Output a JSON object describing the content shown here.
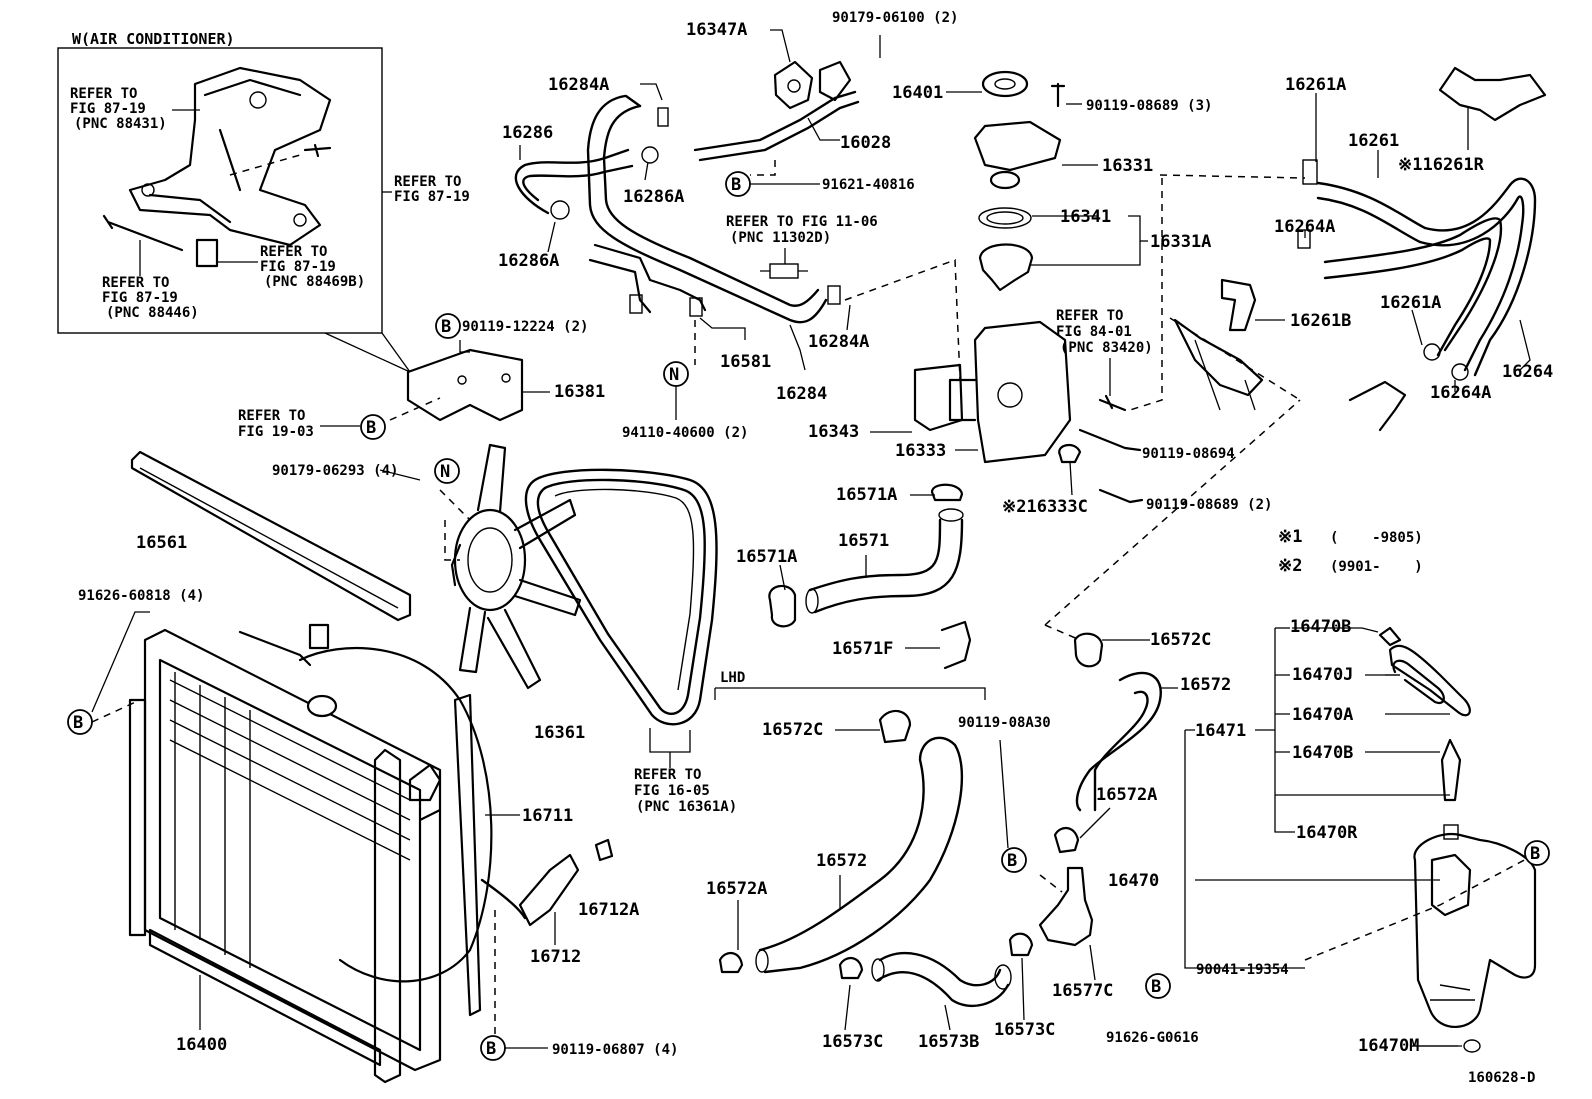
{
  "inset": {
    "title": "W(AIR CONDITIONER)",
    "ref_a": [
      "REFER TO",
      "FIG 87-19",
      "(PNC 88431)"
    ],
    "ref_b": [
      "REFER TO",
      "FIG 87-19"
    ],
    "ref_c": [
      "REFER TO",
      "FIG 87-19",
      "(PNC 88469B)"
    ],
    "ref_d": [
      "REFER TO",
      "FIG 87-19",
      "(PNC 88446)"
    ]
  },
  "refs": {
    "fig_11_06": [
      "REFER TO FIG 11-06",
      "(PNC 11302D)"
    ],
    "fig_84_01": [
      "REFER TO",
      "FIG 84-01",
      "(PNC 83420)"
    ],
    "fig_19_03": [
      "REFER TO",
      "FIG 19-03"
    ],
    "fig_16_05": [
      "REFER TO",
      "FIG 16-05",
      "(PNC 16361A)"
    ]
  },
  "markers": {
    "b": "B",
    "n": "N"
  },
  "notes": {
    "lhd": "LHD",
    "note1_mark": "※1",
    "note1_range": "(    -9805)",
    "note2_mark": "※2",
    "note2_range": "(9901-    )"
  },
  "labels": {
    "p16347A": "16347A",
    "p90179_06100": "90179-06100 (2)",
    "p16284A_top": "16284A",
    "p16286": "16286",
    "p16286A_a": "16286A",
    "p16286A_b": "16286A",
    "p16028": "16028",
    "p91621": "91621-40816",
    "p16401": "16401",
    "p90119_08689_3": "90119-08689 (3)",
    "p16331": "16331",
    "p16341": "16341",
    "p16331A": "16331A",
    "p16261A_top": "16261A",
    "p16261": "16261",
    "p16261R": "※116261R",
    "p16264A_top": "16264A",
    "p16261B": "16261B",
    "p16261A_mid": "16261A",
    "p16264": "16264",
    "p16264A_bot": "16264A",
    "p90119_12224": "90119-12224 (2)",
    "p16381": "16381",
    "p16581": "16581",
    "p16284A_mid": "16284A",
    "p16284": "16284",
    "p94110": "94110-40600 (2)",
    "p16343": "16343",
    "p16333": "16333",
    "p90119_08694": "90119-08694",
    "p16333C": "※216333C",
    "p90119_08689_2": "90119-08689 (2)",
    "p90179_06293": "90179-06293 (4)",
    "p16561": "16561",
    "p16571A_top": "16571A",
    "p16571A_left": "16571A",
    "p16571": "16571",
    "p16571F": "16571F",
    "p91626_60818": "91626-60818 (4)",
    "p16361": "16361",
    "p16572C_right": "16572C",
    "p16572_right": "16572",
    "p16470B_top": "16470B",
    "p16470J": "16470J",
    "p16470A": "16470A",
    "p16471": "16471",
    "p16470B_mid": "16470B",
    "p16470R": "16470R",
    "p16572C_mid": "16572C",
    "p90119_08A30": "90119-08A30",
    "p16711": "16711",
    "p16572A_right": "16572A",
    "p16470": "16470",
    "p16572": "16572",
    "p16712A": "16712A",
    "p16572A_left": "16572A",
    "p16712": "16712",
    "p90041_19354": "90041-19354",
    "p16577C": "16577C",
    "p16400": "16400",
    "p91626_G0616": "91626-G0616",
    "p16573C_a": "16573C",
    "p16573B": "16573B",
    "p16573C_b": "16573C",
    "p16470M": "16470M",
    "p90119_06807": "90119-06807 (4)",
    "diagram_id": "160628-D"
  }
}
